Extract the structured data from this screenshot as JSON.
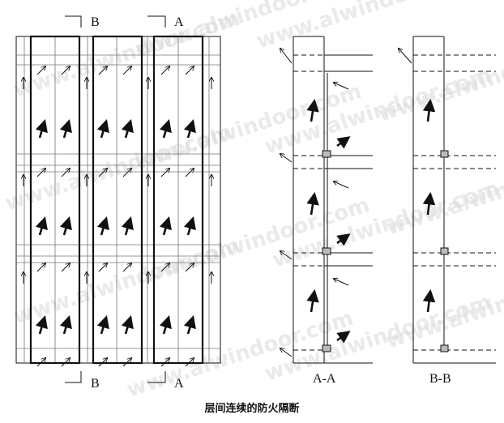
{
  "section_marks": {
    "b_top": "B",
    "a_top": "A",
    "b_bottom": "B",
    "a_bottom": "A"
  },
  "section_titles": {
    "aa": "A-A",
    "bb": "B-B"
  },
  "caption": "层间连续的防火隔断",
  "watermark": "www.alwindoor.com",
  "colors": {
    "ink": "#111111",
    "thin_line": "#777777",
    "watermark": "#d9d9d9"
  }
}
